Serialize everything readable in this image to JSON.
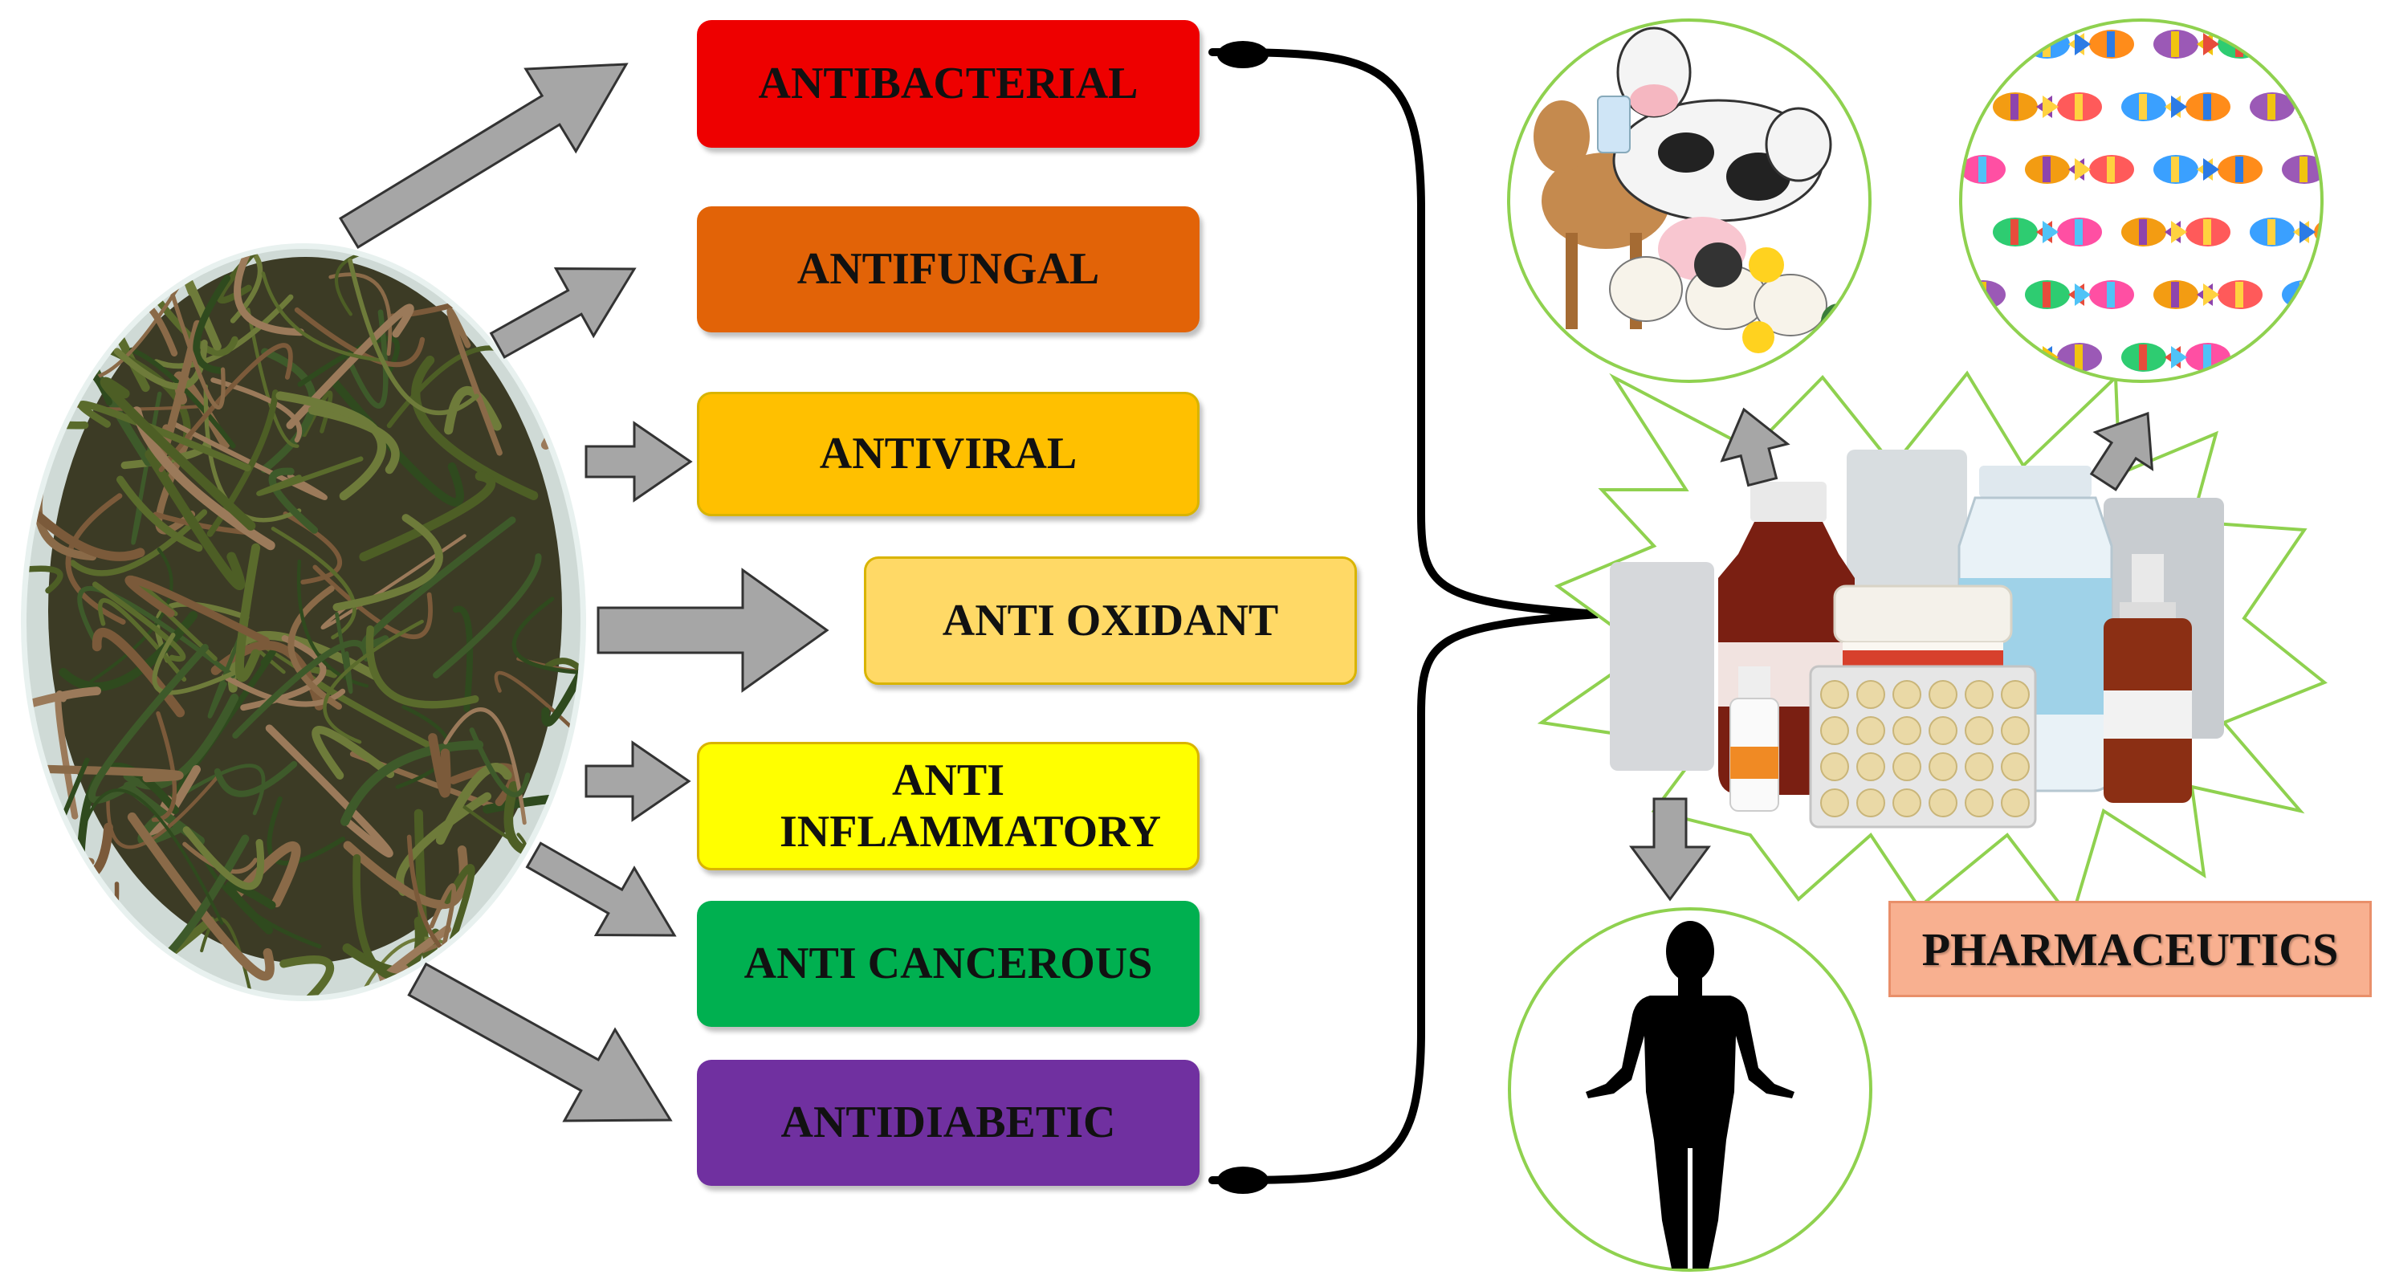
{
  "activities": [
    {
      "label": "ANTIBACTERIAL",
      "color": "#ee0000"
    },
    {
      "label": "ANTIFUNGAL",
      "color": "#e26307"
    },
    {
      "label": "ANTIVIRAL",
      "color": "#ffc000"
    },
    {
      "label": "ANTI OXIDANT",
      "color": "#ffd966"
    },
    {
      "label": "ANTI INFLAMMATORY",
      "color": "#ffff00"
    },
    {
      "label": "ANTI CANCEROUS",
      "color": "#00b050"
    },
    {
      "label": "ANTIDIABETIC",
      "color": "#7030a0"
    }
  ],
  "pharmaceutics": {
    "label": "PHARMACEUTICS",
    "color": "#f8b090"
  },
  "targets": [
    {
      "name": "livestock",
      "icon": "farm-animals-icon"
    },
    {
      "name": "fish",
      "icon": "fish-icon"
    },
    {
      "name": "human",
      "icon": "human-silhouette-icon"
    }
  ],
  "colors": {
    "arrow": "#a6a6a6",
    "arrow_stroke": "#333333",
    "circle_border": "#8fd14f"
  }
}
